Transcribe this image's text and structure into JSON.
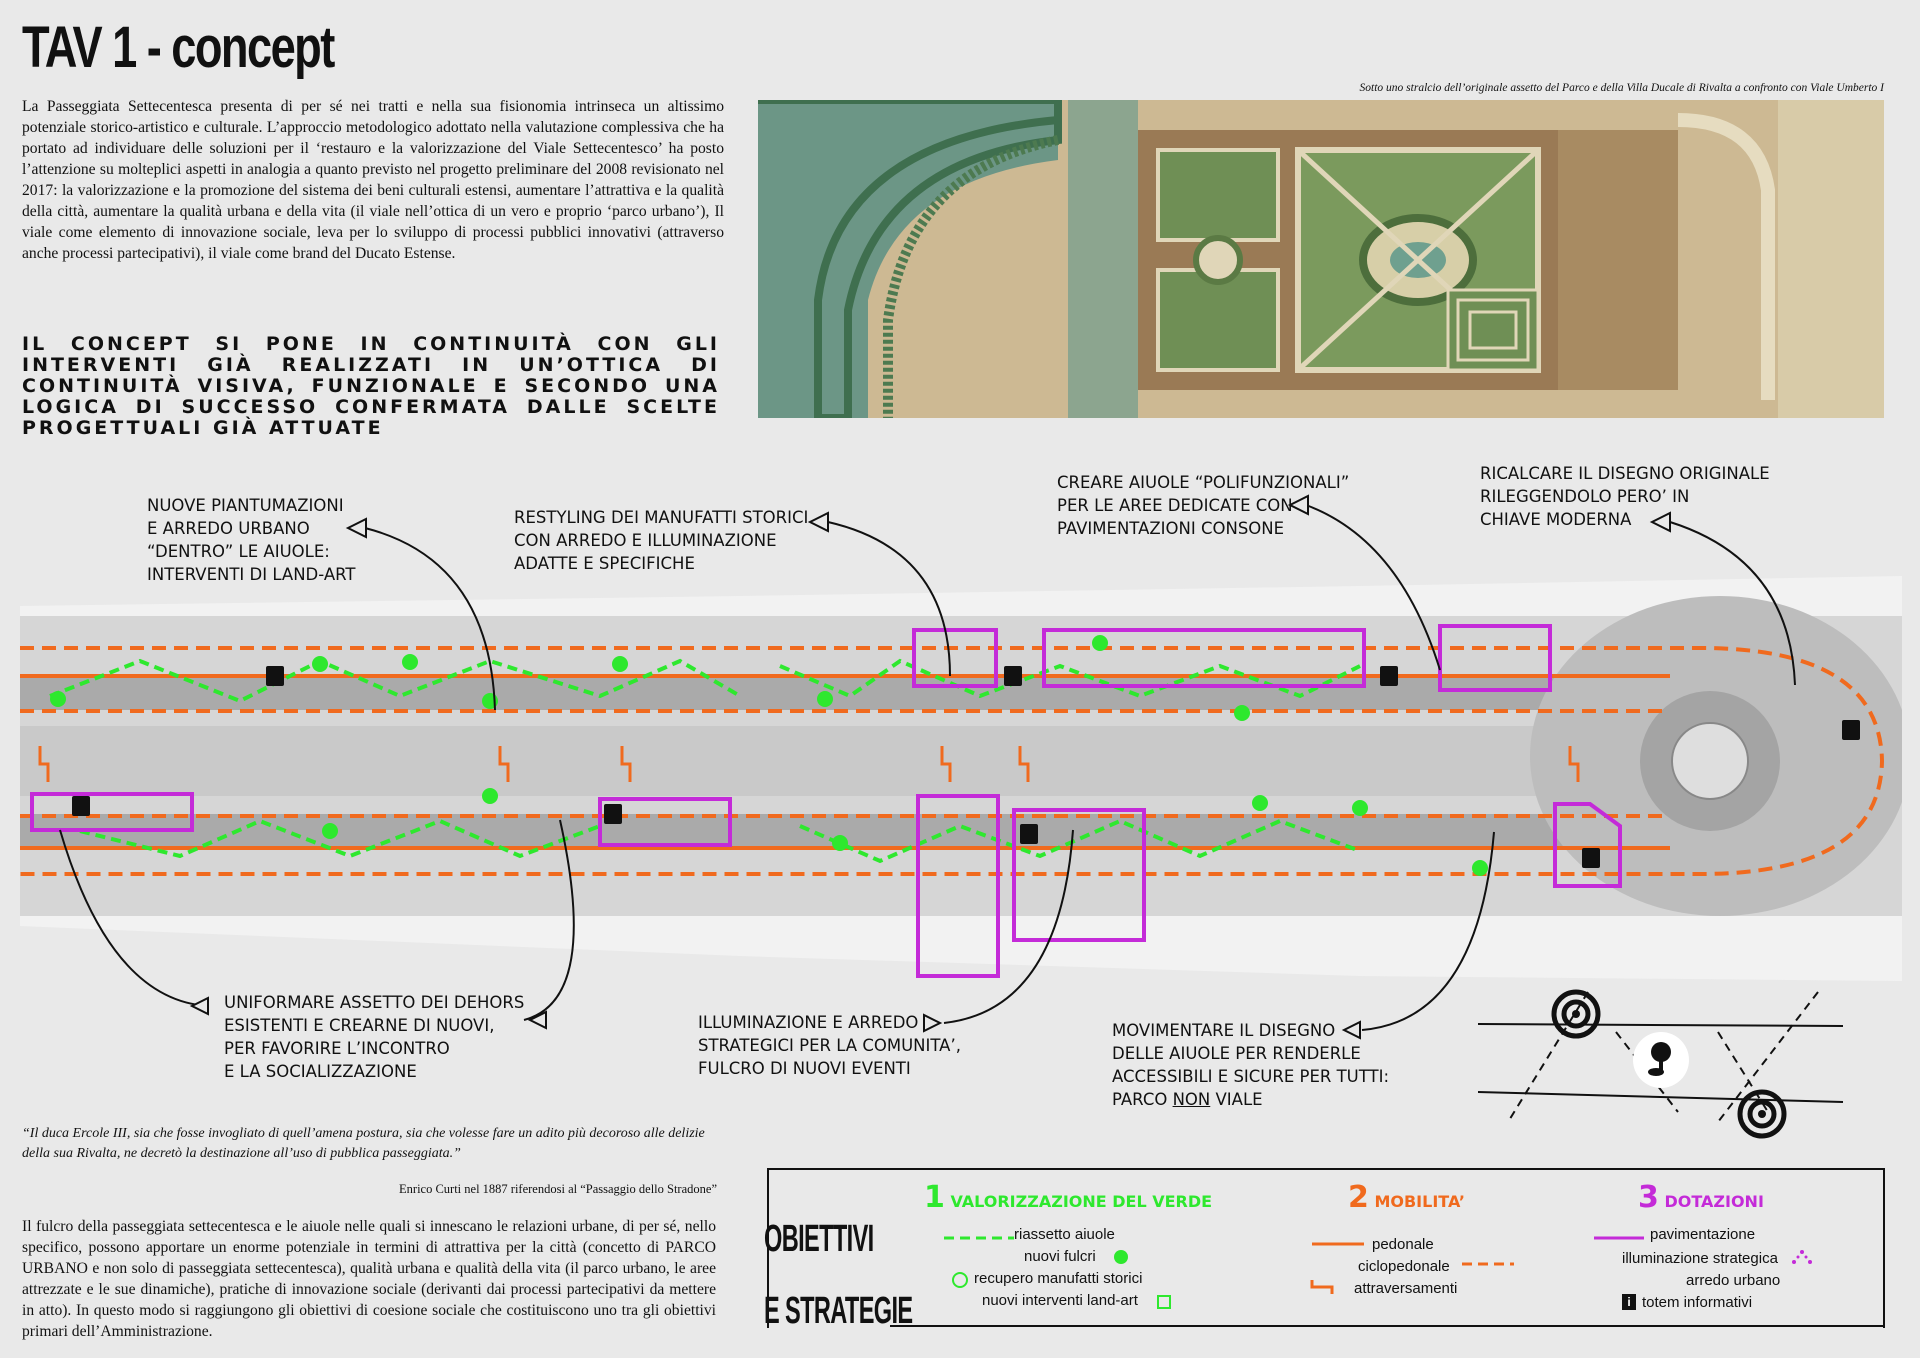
{
  "page_title": "TAV 1 - concept",
  "intro_text": "La Passeggiata Settecentesca presenta di per sé nei tratti e nella sua fisionomia intrinseca un altissimo potenziale storico-artistico e culturale. L’approccio metodologico adottato nella valutazione complessiva che ha portato ad individuare delle soluzioni per il ‘restauro e la valorizzazione del Viale Settecentesco’ ha posto l’attenzione su molteplici aspetti in analogia a quanto previsto nel progetto preliminare del 2008 revisionato nel 2017: la valorizzazione e la promozione del sistema dei beni culturali estensi, aumentare l’attrattiva e la qualità della città, aumentare la qualità urbana e della vita (il viale nell’ottica di un vero e proprio ‘parco urbano’), Il viale come elemento di innovazione sociale, leva per lo sviluppo di processi pubblici innovativi (attraverso anche processi partecipativi), il viale come brand del Ducato Estense.",
  "headline": "IL CONCEPT SI PONE IN CONTINUITÀ CON GLI INTERVENTI GIÀ REALIZZATI IN UN’OTTICA DI CONTINUITÀ VISIVA, FUNZIONALE E SECONDO UNA LOGICA DI SUCCESSO CONFERMATA DALLE SCELTE PROGETTUALI GIÀ ATTUATE",
  "map_caption": "Sotto uno stralcio dell’originale assetto del Parco e della Villa Ducale di Rivalta a confronto con Viale Umberto I",
  "callouts": {
    "piantumazioni": [
      "NUOVE PIANTUMAZIONI",
      "E ARREDO URBANO",
      "“DENTRO” LE AIUOLE:",
      "INTERVENTI DI LAND-ART"
    ],
    "restyling": [
      "RESTYLING DEI MANUFATTI STORICI",
      "CON ARREDO E ILLUMINAZIONE",
      "ADATTE E SPECIFICHE"
    ],
    "polifunzionali": [
      "CREARE AIUOLE “POLIFUNZIONALI”",
      "PER LE AREE DEDICATE CON",
      "PAVIMENTAZIONI CONSONE"
    ],
    "ricalcare": [
      "RICALCARE IL DISEGNO ORIGINALE",
      "RILEGGENDOLO PERO’ IN",
      "CHIAVE MODERNA"
    ],
    "dehors": [
      "UNIFORMARE ASSETTO DEI DEHORS",
      "ESISTENTI E CREARNE DI NUOVI,",
      "PER FAVORIRE L’INCONTRO",
      "E LA SOCIALIZZAZIONE"
    ],
    "illuminazione": [
      "ILLUMINAZIONE E ARREDO",
      "STRATEGICI PER LA COMUNITA’,",
      "FULCRO DI NUOVI EVENTI"
    ],
    "movimentare_1": "MOVIMENTARE IL DISEGNO",
    "movimentare_2": "DELLE AIUOLE PER RENDERLE",
    "movimentare_3": "ACCESSIBILI E SICURE PER TUTTI:",
    "movimentare_4a": "PARCO ",
    "movimentare_4b": "NON",
    "movimentare_4c": " VIALE"
  },
  "quote_text": "“Il duca Ercole III, sia che fosse invogliato di quell’amena postura, sia che volesse fare un adito più decoroso alle delizie della sua Rivalta, ne decretò la destinazione all’uso di pubblica passeggiata.”",
  "quote_source": "Enrico Curti nel 1887 riferendosi al “Passaggio dello Stradone”",
  "body_text": "Il fulcro della passeggiata settecentesca e le aiuole nelle quali si innescano le relazioni urbane, di per sé, nello specifico, possono apportare un enorme potenziale in termini di attrattiva per la città (concetto di PARCO URBANO e non solo di passeggiata settecentesca), qualità urbana e qualità della vita (il parco urbano, le aree attrezzate e le sue dinamiche), pratiche di innovazione sociale (derivanti dai processi partecipativi da mettere in atto). In questo modo si raggiungono gli obiettivi di coesione sociale che costituiscono uno tra gli obiettivi primari dell’Amministrazione.",
  "legend": {
    "side_1": "OBIETTIVI",
    "side_2": "E STRATEGIE",
    "s1_num": "1",
    "s1_title": "VALORIZZAZIONE DEL VERDE",
    "s1_items": {
      "riassetto": "riassetto aiuole",
      "fulcri": "nuovi fulcri",
      "recupero": "recupero manufatti storici",
      "landart": "nuovi interventi land-art"
    },
    "s2_num": "2",
    "s2_title": "MOBILITA’",
    "s2_items": {
      "pedonale": "pedonale",
      "ciclo": "ciclopedonale",
      "attr": "attraversamenti"
    },
    "s3_num": "3",
    "s3_title": "DOTAZIONI",
    "s3_items": {
      "pav": "pavimentazione",
      "illum": "illuminazione strategica",
      "arredo": "arredo urbano",
      "totem": "totem informativi"
    },
    "info_glyph": "i"
  },
  "colors": {
    "green": "#2ee82e",
    "orange": "#f06a1e",
    "purple": "#c42bd8",
    "water": "#5f8f7f",
    "paper": "#c9b48d"
  }
}
